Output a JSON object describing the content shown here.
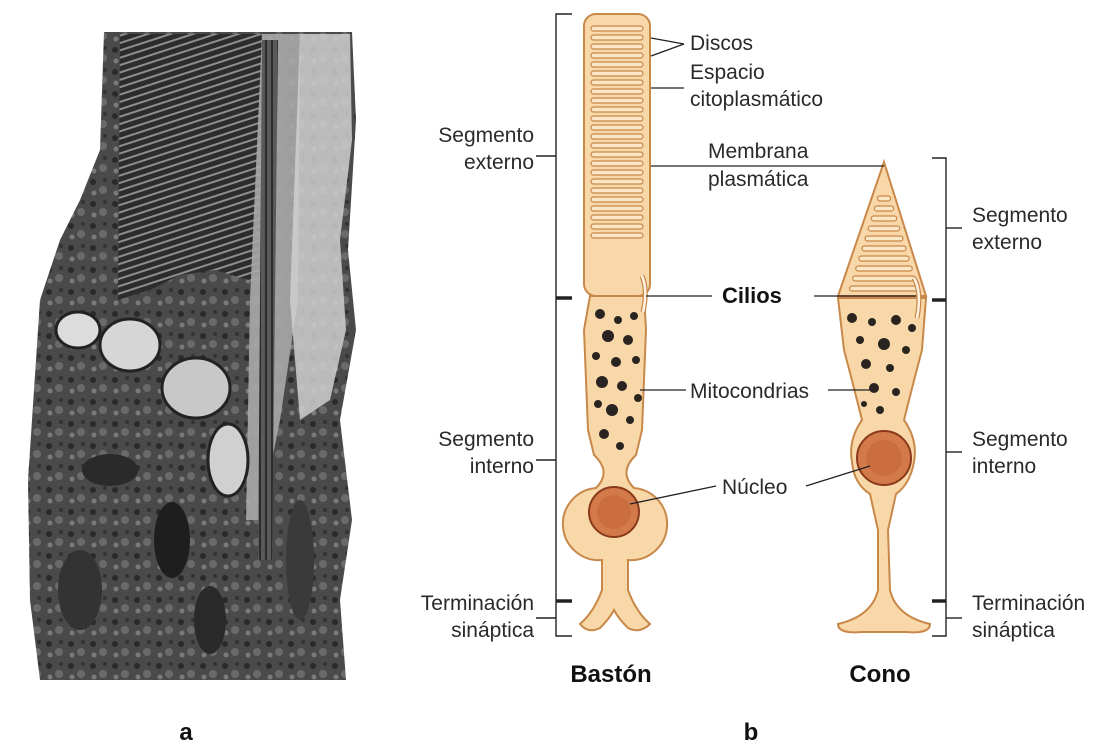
{
  "labels": {
    "discos": "Discos",
    "espacio_line1": "Espacio",
    "espacio_line2": "citoplasmático",
    "membrana_line1": "Membrana",
    "membrana_line2": "plasmática",
    "cilios": "Cilios",
    "mitocondrias": "Mitocondrias",
    "nucleo": "Núcleo",
    "segmento_externo_line1": "Segmento",
    "segmento_externo_line2": "externo",
    "segmento_interno_line1": "Segmento",
    "segmento_interno_line2": "interno",
    "terminacion_line1": "Terminación",
    "terminacion_line2": "sináptica"
  },
  "cells": {
    "rod": "Bastón",
    "cone": "Cono"
  },
  "panels": {
    "a": "a",
    "b": "b"
  },
  "colors": {
    "cell_fill": "#f8d8a8",
    "cell_stroke": "#c8884a",
    "nucleus_fill": "#d27a4a",
    "nucleus_stroke": "#8a3a1a",
    "mitochondria": "#2a2420",
    "micrograph_dark": "#2a2a2a"
  }
}
